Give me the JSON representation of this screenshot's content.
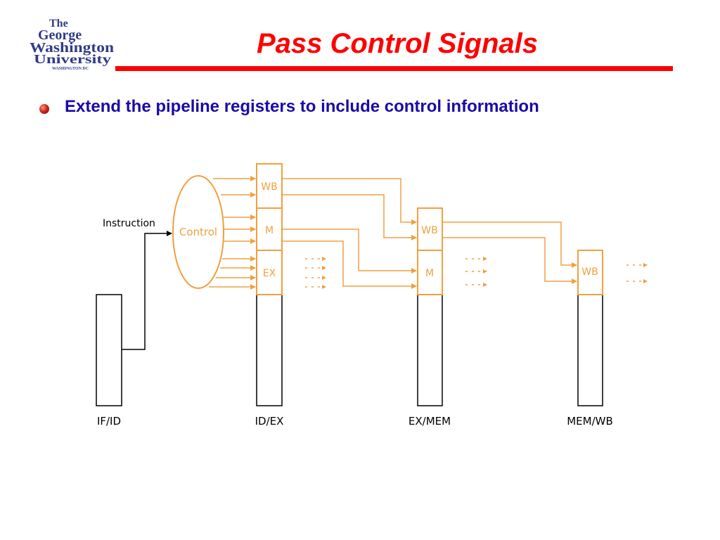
{
  "logo": {
    "line1": "The",
    "line2": "George",
    "line3": "Washington",
    "line4": "University",
    "line5": "WASHINGTON DC"
  },
  "title": "Pass Control Signals",
  "bullet": "Extend the pipeline registers to include control information",
  "diagram": {
    "instruction_label": "Instruction",
    "control_label": "Control",
    "idex": {
      "wb": "WB",
      "m": "M",
      "ex": "EX"
    },
    "exmem": {
      "wb": "WB",
      "m": "M"
    },
    "memwb": {
      "wb": "WB"
    },
    "stage_labels": [
      "IF/ID",
      "ID/EX",
      "EX/MEM",
      "MEM/WB"
    ],
    "colors": {
      "control": "#f0a040",
      "wire": "#000000",
      "register": "#000000"
    }
  }
}
